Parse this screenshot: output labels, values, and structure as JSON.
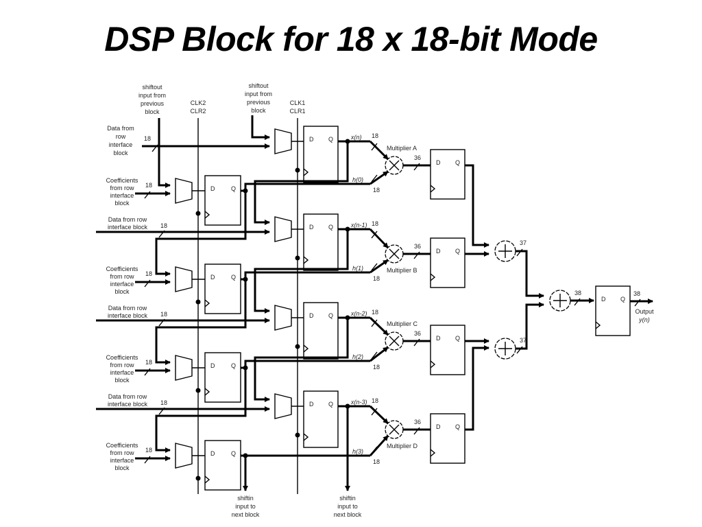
{
  "title": "DSP Block for 18 x 18-bit Mode",
  "labels": {
    "shiftout_left": [
      "shiftout",
      "input from",
      "previous",
      "block"
    ],
    "shiftout_right": [
      "shiftout",
      "input from",
      "previous",
      "block"
    ],
    "clk2": "CLK2",
    "clr2": "CLR2",
    "clk1": "CLK1",
    "clr1": "CLR1",
    "data_row_first": [
      "Data from",
      "row",
      "interface",
      "block"
    ],
    "coeff_row": [
      "Coefficients",
      "from row",
      "interface",
      "block"
    ],
    "data_row": [
      "Data from row",
      "interface block"
    ],
    "shiftin": [
      "shiftin",
      "input to",
      "next block"
    ],
    "output": [
      "Output",
      "y(n)"
    ],
    "reg_d": "D",
    "reg_q": "Q"
  },
  "multipliers": [
    {
      "name": "Multiplier A",
      "x_in": "x(n)",
      "h_in": "h(0)"
    },
    {
      "name": "Multiplier B",
      "x_in": "x(n-1)",
      "h_in": "h(1)"
    },
    {
      "name": "Multiplier C",
      "x_in": "x(n-2)",
      "h_in": "h(2)"
    },
    {
      "name": "Multiplier D",
      "x_in": "x(n-3)",
      "h_in": "h(3)"
    }
  ],
  "bus_widths": {
    "input": "18",
    "product": "36",
    "first_adder": "37",
    "final_adder": "38",
    "output": "38"
  }
}
